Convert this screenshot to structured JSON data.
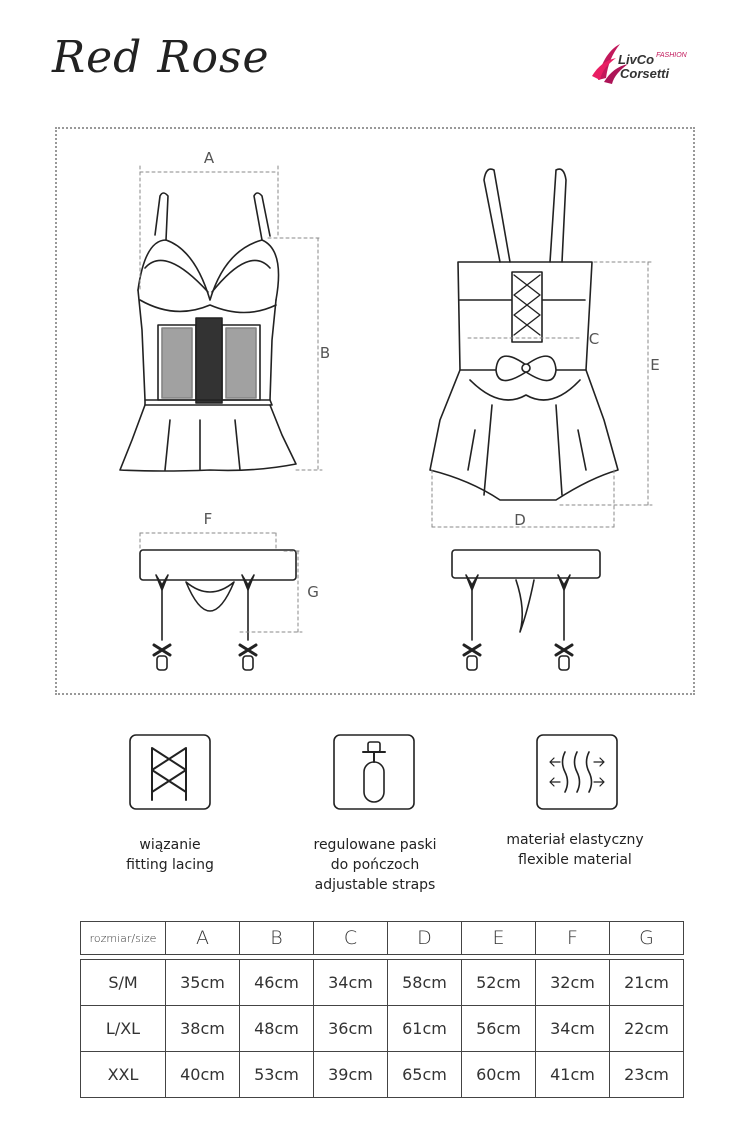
{
  "header": {
    "title": "Red Rose",
    "brand_line1": "LivCo",
    "brand_line1_suffix": "FASHION",
    "brand_line2": "Corsetti"
  },
  "dimensions": {
    "A": "A",
    "B": "B",
    "C": "C",
    "D": "D",
    "E": "E",
    "F": "F",
    "G": "G"
  },
  "features": [
    {
      "icon": "lacing-icon",
      "lines": [
        "wiązanie",
        "fitting lacing"
      ]
    },
    {
      "icon": "strap-icon",
      "lines": [
        "regulowane paski",
        "do pończoch",
        "adjustable straps"
      ]
    },
    {
      "icon": "stretch-icon",
      "lines": [
        "materiał elastyczny",
        "flexible material"
      ]
    }
  ],
  "size_table": {
    "corner": "rozmiar/size",
    "columns": [
      "A",
      "B",
      "C",
      "D",
      "E",
      "F",
      "G"
    ],
    "rows": [
      {
        "size": "S/M",
        "values": [
          "35cm",
          "46cm",
          "34cm",
          "58cm",
          "52cm",
          "32cm",
          "21cm"
        ]
      },
      {
        "size": "L/XL",
        "values": [
          "38cm",
          "48cm",
          "36cm",
          "61cm",
          "56cm",
          "34cm",
          "22cm"
        ]
      },
      {
        "size": "XXL",
        "values": [
          "40cm",
          "53cm",
          "39cm",
          "65cm",
          "60cm",
          "41cm",
          "23cm"
        ]
      }
    ]
  },
  "colors": {
    "accent": "#c2185b",
    "line": "#222222"
  }
}
